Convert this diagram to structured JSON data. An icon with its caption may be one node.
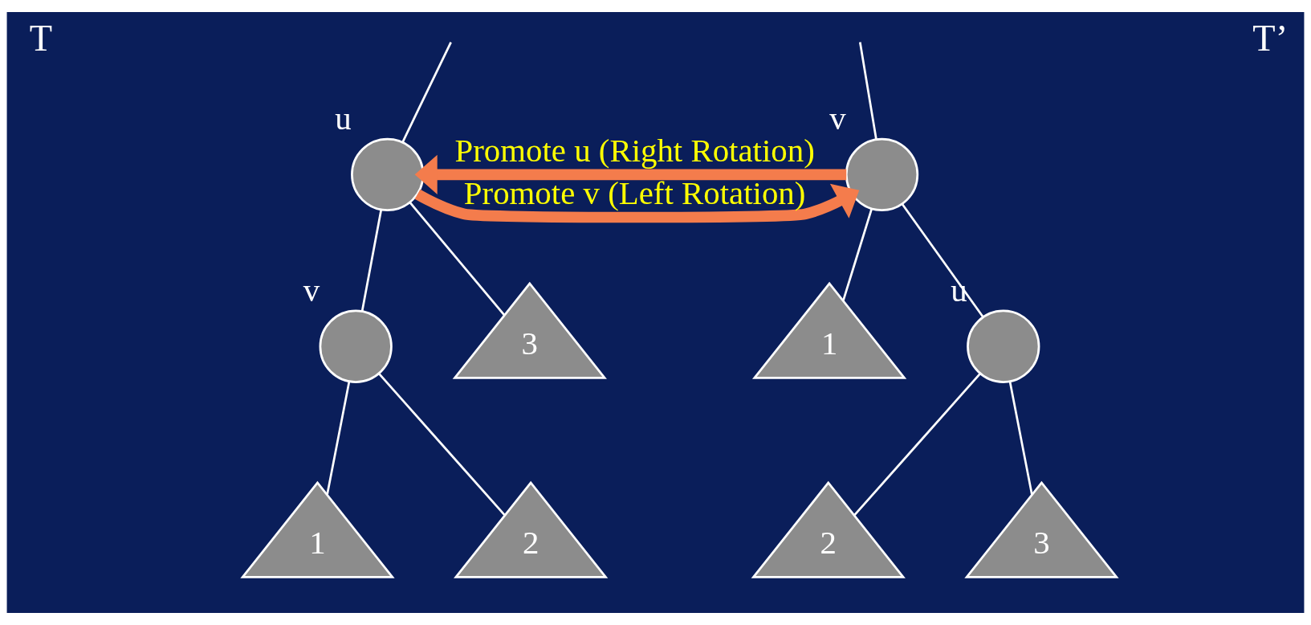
{
  "diagram": {
    "nodes": [
      {
        "text": [],
        "shape": "circle",
        "beside": [
          "u"
        ]
      },
      {
        "text": [],
        "shape": "circle",
        "beside": [
          "v"
        ]
      },
      {
        "text": [
          "1"
        ]
      },
      {
        "text": [
          "2"
        ]
      },
      {
        "text": [
          "3"
        ]
      },
      {
        "text": [],
        "shape": "circle",
        "beside": [
          "v"
        ]
      },
      {
        "text": [
          "1"
        ]
      },
      {
        "text": [],
        "shape": "circle",
        "beside": [
          "u"
        ]
      },
      {
        "text": [
          "2"
        ]
      },
      {
        "text": [
          "3"
        ]
      }
    ],
    "edges": [
      {
        "from": null,
        "to": 0,
        "arrow": "none"
      },
      {
        "from": 0,
        "to": 1,
        "arrow": "none"
      },
      {
        "from": 0,
        "to": 4,
        "arrow": "none"
      },
      {
        "from": 1,
        "to": 2,
        "arrow": "none"
      },
      {
        "from": 1,
        "to": 3,
        "arrow": "none"
      },
      {
        "from": null,
        "to": 5,
        "arrow": "none"
      },
      {
        "from": 5,
        "to": 6,
        "arrow": "none"
      },
      {
        "from": 5,
        "to": 7,
        "arrow": "none"
      },
      {
        "from": 7,
        "to": 8,
        "arrow": "none"
      },
      {
        "from": 7,
        "to": 9,
        "arrow": "none"
      },
      {
        "from": 0,
        "to": 5,
        "arrow": "to",
        "label": "Promote v (Left Rotation)",
        "style": "thick",
        "color": "#f47c4c"
      },
      {
        "from": 5,
        "to": 0,
        "arrow": "to",
        "label": "Promote u (Right Rotation)",
        "style": "thick",
        "color": "#f47c4c"
      }
    ],
    "labels": [
      "T",
      "T’"
    ]
  }
}
